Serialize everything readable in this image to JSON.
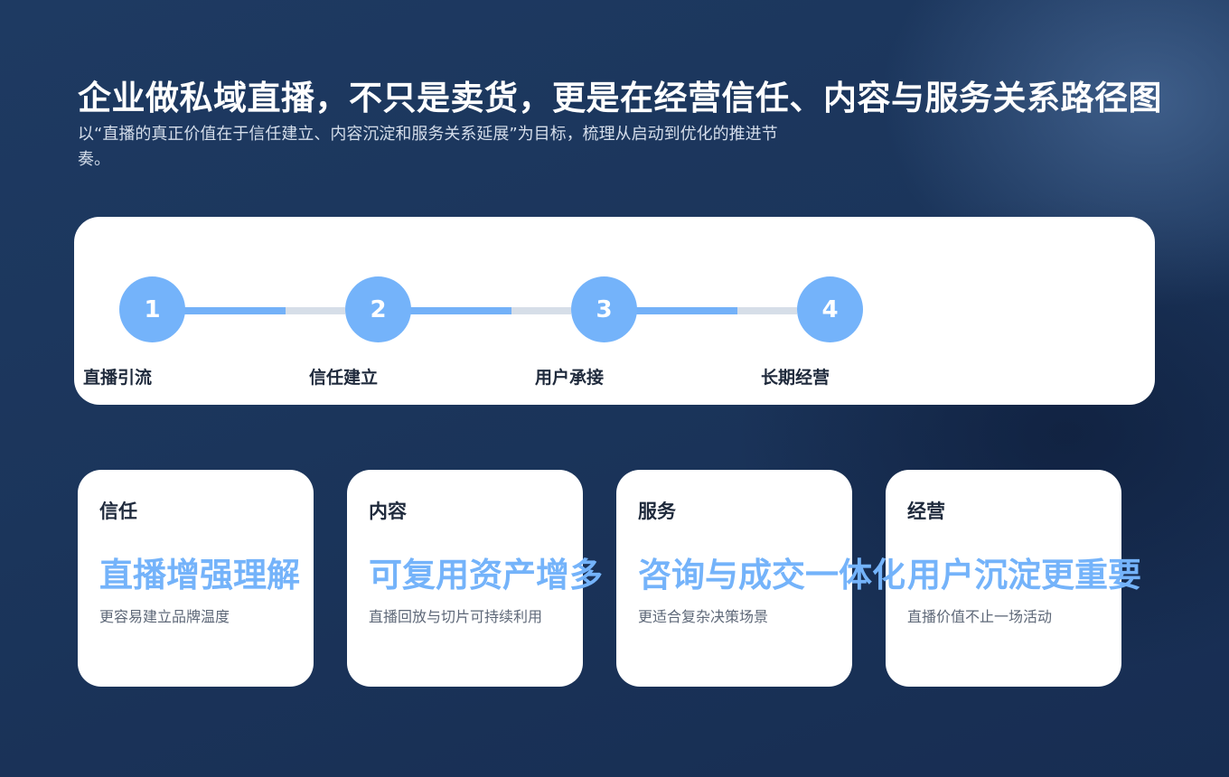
{
  "title": "企业做私域直播，不只是卖货，更是在经营信任、内容与服务关系路径图",
  "subtitle": "以“直播的真正价值在于信任建立、内容沉淀和服务关系延展”为目标，梳理从启动到优化的推进节奏。",
  "colors": {
    "accent": "#74b3fa",
    "background": "#1b3358",
    "track": "#d6dee8"
  },
  "steps": [
    {
      "number": "1",
      "label": "直播引流"
    },
    {
      "number": "2",
      "label": "信任建立"
    },
    {
      "number": "3",
      "label": "用户承接"
    },
    {
      "number": "4",
      "label": "长期经营"
    }
  ],
  "cards": [
    {
      "heading": "信任",
      "highlight": "直播增强理解",
      "description": "更容易建立品牌温度"
    },
    {
      "heading": "内容",
      "highlight": "可复用资产增多",
      "description": "直播回放与切片可持续利用"
    },
    {
      "heading": "服务",
      "highlight": "咨询与成交一体化",
      "description": "更适合复杂决策场景"
    },
    {
      "heading": "经营",
      "highlight": "用户沉淀更重要",
      "description": "直播价值不止一场活动"
    }
  ]
}
